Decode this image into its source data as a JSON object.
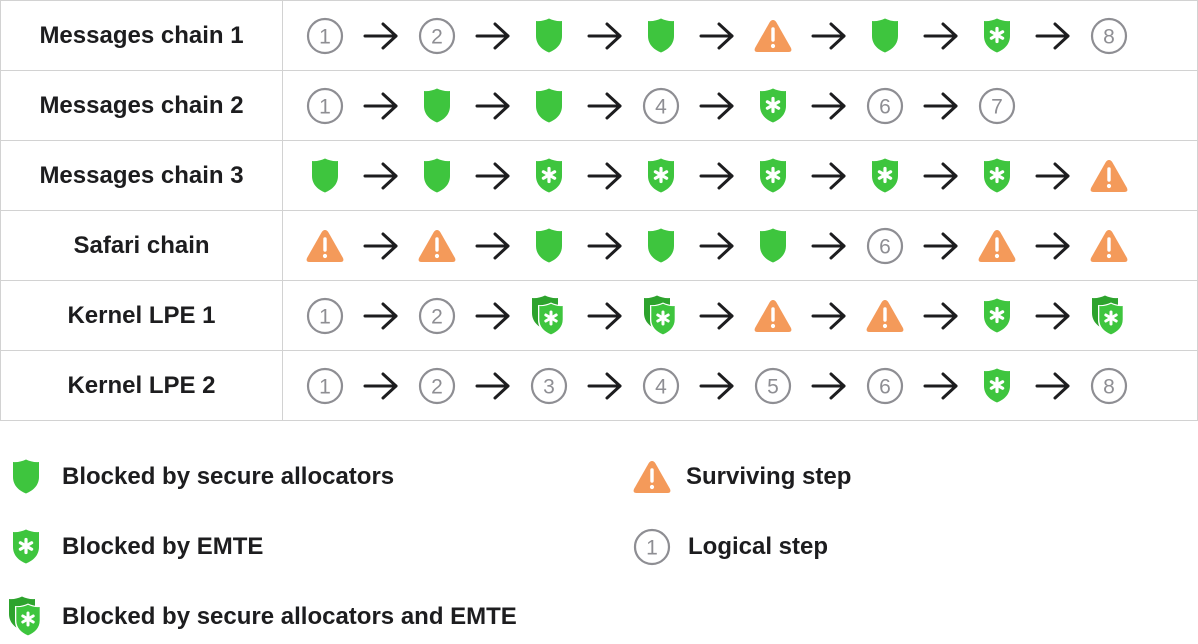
{
  "chains": [
    {
      "name": "Messages chain 1",
      "steps": [
        {
          "kind": "logical",
          "n": "1"
        },
        {
          "kind": "secure"
        },
        {
          "kind": "logical",
          "n": "2"
        },
        {
          "kind": "secure"
        },
        {
          "kind": "surviving"
        },
        {
          "kind": "secure"
        },
        {
          "kind": "emte"
        },
        {
          "kind": "logical",
          "n": "8"
        }
      ]
    },
    {
      "name": "Messages chain 2",
      "steps": [
        {
          "kind": "logical",
          "n": "1"
        },
        {
          "kind": "secure"
        },
        {
          "kind": "secure"
        },
        {
          "kind": "logical",
          "n": "4"
        },
        {
          "kind": "emte"
        },
        {
          "kind": "logical",
          "n": "6"
        },
        {
          "kind": "logical",
          "n": "7"
        }
      ]
    },
    {
      "name": "Messages chain 3",
      "steps": [
        {
          "kind": "secure"
        },
        {
          "kind": "secure"
        },
        {
          "kind": "emte"
        },
        {
          "kind": "emte"
        },
        {
          "kind": "emte"
        },
        {
          "kind": "emte"
        },
        {
          "kind": "emte"
        },
        {
          "kind": "surviving"
        }
      ]
    },
    {
      "name": "Safari chain",
      "steps": [
        {
          "kind": "surviving"
        },
        {
          "kind": "surviving"
        },
        {
          "kind": "secure"
        },
        {
          "kind": "secure"
        },
        {
          "kind": "secure"
        },
        {
          "kind": "logical",
          "n": "6"
        },
        {
          "kind": "surviving"
        },
        {
          "kind": "surviving"
        }
      ]
    },
    {
      "name": "Kernel LPE 1",
      "steps": [
        {
          "kind": "logical",
          "n": "1"
        },
        {
          "kind": "logical",
          "n": "2"
        },
        {
          "kind": "both"
        },
        {
          "kind": "both"
        },
        {
          "kind": "surviving"
        },
        {
          "kind": "surviving"
        },
        {
          "kind": "emte"
        },
        {
          "kind": "both"
        }
      ]
    },
    {
      "name": "Kernel LPE 2",
      "steps": [
        {
          "kind": "logical",
          "n": "1"
        },
        {
          "kind": "logical",
          "n": "2"
        },
        {
          "kind": "logical",
          "n": "3"
        },
        {
          "kind": "logical",
          "n": "4"
        },
        {
          "kind": "logical",
          "n": "5"
        },
        {
          "kind": "logical",
          "n": "6"
        },
        {
          "kind": "emte"
        },
        {
          "kind": "logical",
          "n": "8"
        }
      ]
    }
  ],
  "legend": {
    "secure": {
      "label": "Blocked by secure allocators",
      "icon": "shield-icon"
    },
    "emte": {
      "label": "Blocked by EMTE",
      "icon": "asterisk-shield-icon"
    },
    "both": {
      "label": "Blocked by secure allocators and EMTE",
      "icon": "double-shield-asterisk-icon"
    },
    "surviving": {
      "label": "Surviving step",
      "icon": "warning-triangle-icon"
    },
    "logical": {
      "label": "Logical step",
      "icon": "circled-number-icon",
      "n": "1"
    }
  },
  "colors": {
    "secure": "#3ec53e",
    "both_back": "#2da32d",
    "warning": "#f49a5a",
    "logical": "#8e8e93",
    "arrow": "#1d1d1f",
    "border": "#d2d2d2"
  }
}
